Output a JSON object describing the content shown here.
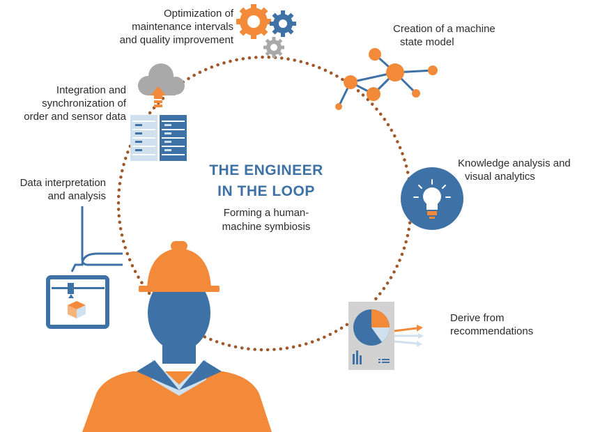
{
  "title": {
    "line1": "THE ENGINEER",
    "line2": "IN THE LOOP"
  },
  "subtitle": {
    "line1": "Forming a human-",
    "line2": "machine symbiosis"
  },
  "steps": {
    "optimization": {
      "line1": "Optimization of",
      "line2": "maintenance intervals",
      "line3": "and quality improvement"
    },
    "state_model": {
      "line1": "Creation of a machine",
      "line2": "state model"
    },
    "integration": {
      "line1": "Integration and",
      "line2": "synchronization of",
      "line3": "order and sensor data"
    },
    "knowledge": {
      "line1": "Knowledge analysis and",
      "line2": "visual analytics"
    },
    "interpretation": {
      "line1": "Data interpretation",
      "line2": "and analysis"
    },
    "derive": {
      "line1": "Derive from",
      "line2": "recommendations"
    }
  },
  "colors": {
    "orange": "#f28a3a",
    "blue": "#3e72a6",
    "gray": "#a9a9a9",
    "dots": "#a0572a",
    "light_blue": "#cfe0ef"
  },
  "icons": [
    "gears-icon",
    "network-graph-icon",
    "cloud-server-icon",
    "lightbulb-icon",
    "printer-3d-icon",
    "report-chart-icon",
    "engineer-figure"
  ]
}
